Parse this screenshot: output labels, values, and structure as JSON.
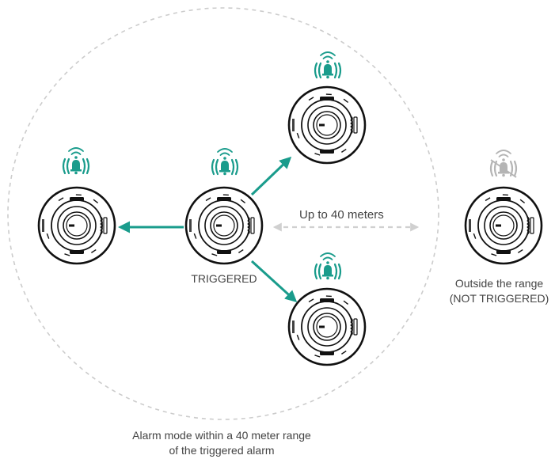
{
  "colors": {
    "active": "#1a9c8c",
    "inactive": "#b5b5b5",
    "device_outline": "#111111",
    "range_circle": "#cccccc",
    "text": "#444444"
  },
  "devices": [
    {
      "id": "triggered",
      "state": "alarm",
      "icon": "bell-alarm-icon"
    },
    {
      "id": "top-right",
      "state": "alarm",
      "icon": "bell-alarm-icon"
    },
    {
      "id": "left",
      "state": "alarm",
      "icon": "bell-alarm-icon"
    },
    {
      "id": "bottom-right",
      "state": "alarm",
      "icon": "bell-alarm-icon"
    },
    {
      "id": "outside",
      "state": "muted",
      "icon": "bell-muted-icon"
    }
  ],
  "labels": {
    "triggered": "TRIGGERED",
    "distance": "Up to 40 meters",
    "outside_line1": "Outside the range",
    "outside_line2": "(NOT TRIGGERED)",
    "caption_line1": "Alarm mode within a 40 meter range",
    "caption_line2": "of the triggered alarm"
  }
}
